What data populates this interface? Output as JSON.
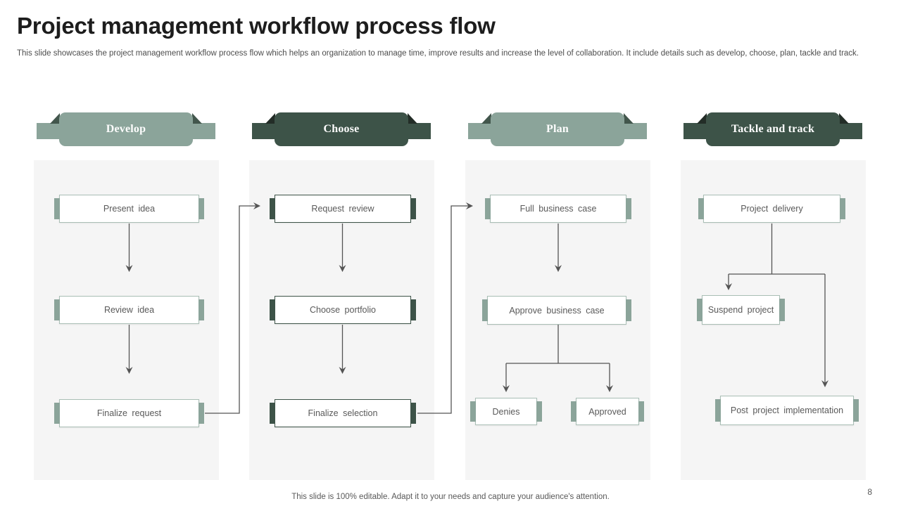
{
  "slide": {
    "title": "Project management workflow process flow",
    "subtitle": "This slide showcases the project management workflow process flow which helps an organization to manage time, improve results and increase the level of collaboration. It include details such as develop, choose, plan, tackle and track.",
    "footer": "This slide is 100% editable. Adapt it to your needs and capture your audience's attention.",
    "page_number": "8"
  },
  "colors": {
    "sage": "#8BA49A",
    "dark_green": "#3D5348",
    "sage_fold": "#42564C",
    "dark_fold": "#232D27",
    "panel_background": "#F5F5F5",
    "light_node_border": "#A9BEB5",
    "connector": "#545454",
    "body_text": "#595959"
  },
  "columns": [
    {
      "label": "Develop",
      "theme": "sage",
      "nodes": [
        {
          "label": "Present idea"
        },
        {
          "label": "Review idea"
        },
        {
          "label": "Finalize request"
        }
      ]
    },
    {
      "label": "Choose",
      "theme": "dark",
      "nodes": [
        {
          "label": "Request review"
        },
        {
          "label": "Choose portfolio"
        },
        {
          "label": "Finalize selection"
        }
      ]
    },
    {
      "label": "Plan",
      "theme": "sage",
      "nodes": [
        {
          "label": "Full business case"
        },
        {
          "label": "Approve business case"
        },
        {
          "label": "Denies"
        },
        {
          "label": "Approved"
        }
      ]
    },
    {
      "label": "Tackle and track",
      "theme": "dark",
      "nodes": [
        {
          "label": "Project delivery"
        },
        {
          "label": "Suspend project"
        },
        {
          "label": "Post project implementation"
        }
      ]
    }
  ]
}
